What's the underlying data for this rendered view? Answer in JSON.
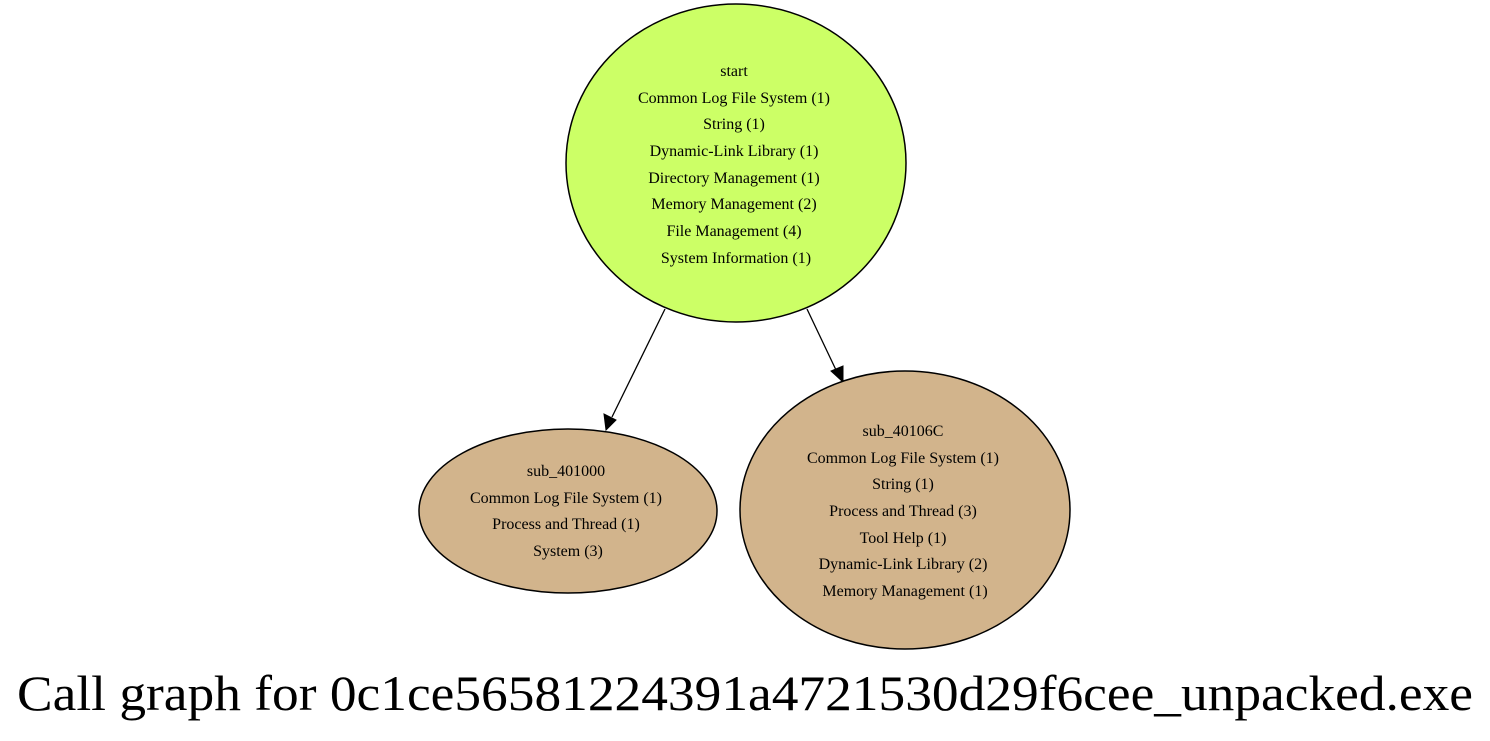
{
  "title": "Call graph for 0c1ce56581224391a4721530d29f6cee_unpacked.exe",
  "colors": {
    "root_fill": "#ccff66",
    "child_fill": "#d2b48c",
    "stroke": "#000000"
  },
  "nodes": [
    {
      "id": "start",
      "lines": [
        "start",
        "Common Log File System (1)",
        "String (1)",
        "Dynamic-Link Library (1)",
        "Directory Management (1)",
        "Memory Management (2)",
        "File Management (4)",
        "System Information (1)"
      ]
    },
    {
      "id": "sub_401000",
      "lines": [
        "sub_401000",
        "Common Log File System (1)",
        "Process and Thread (1)",
        "System (3)"
      ]
    },
    {
      "id": "sub_40106C",
      "lines": [
        "sub_40106C",
        "Common Log File System (1)",
        "String (1)",
        "Process and Thread (3)",
        "Tool Help (1)",
        "Dynamic-Link Library (2)",
        "Memory Management (1)"
      ]
    }
  ],
  "edges": [
    {
      "from": "start",
      "to": "sub_401000"
    },
    {
      "from": "start",
      "to": "sub_40106C"
    }
  ]
}
